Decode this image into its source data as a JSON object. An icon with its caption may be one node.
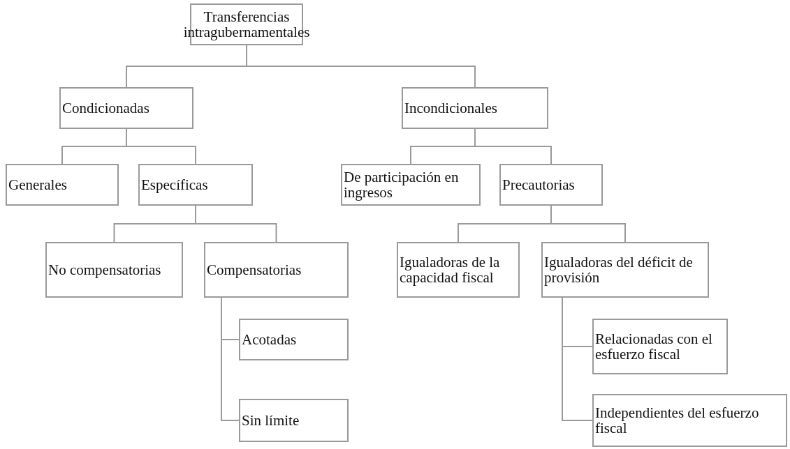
{
  "diagram": {
    "nodes": [
      {
        "text": [
          "Transferencias intragubernamentales"
        ]
      },
      {
        "text": [
          "Condicionadas"
        ]
      },
      {
        "text": [
          "Incondicionales"
        ]
      },
      {
        "text": [
          "Generales"
        ]
      },
      {
        "text": [
          "Específicas"
        ]
      },
      {
        "text": [
          "De participación en ingresos"
        ]
      },
      {
        "text": [
          "Precautorias"
        ]
      },
      {
        "text": [
          "No compensatorias"
        ]
      },
      {
        "text": [
          "Compensatorias"
        ]
      },
      {
        "text": [
          "Igualadoras de la capacidad fiscal"
        ]
      },
      {
        "text": [
          "Igualadoras del déficit de provisión"
        ]
      },
      {
        "text": [
          "Acotadas"
        ]
      },
      {
        "text": [
          "Sin límite"
        ]
      },
      {
        "text": [
          "Relacionadas con el esfuerzo fiscal"
        ]
      },
      {
        "text": [
          "Independientes del esfuerzo fiscal"
        ]
      }
    ],
    "edges": [
      {
        "from": 0,
        "to": 1,
        "arrow": "none"
      },
      {
        "from": 0,
        "to": 2,
        "arrow": "none"
      },
      {
        "from": 1,
        "to": 3,
        "arrow": "none"
      },
      {
        "from": 1,
        "to": 4,
        "arrow": "none"
      },
      {
        "from": 2,
        "to": 5,
        "arrow": "none"
      },
      {
        "from": 2,
        "to": 6,
        "arrow": "none"
      },
      {
        "from": 4,
        "to": 7,
        "arrow": "none"
      },
      {
        "from": 4,
        "to": 8,
        "arrow": "none"
      },
      {
        "from": 6,
        "to": 9,
        "arrow": "none"
      },
      {
        "from": 6,
        "to": 10,
        "arrow": "none"
      },
      {
        "from": 8,
        "to": 11,
        "arrow": "none"
      },
      {
        "from": 8,
        "to": 12,
        "arrow": "none"
      },
      {
        "from": 10,
        "to": 13,
        "arrow": "none"
      },
      {
        "from": 10,
        "to": 14,
        "arrow": "none"
      }
    ]
  }
}
